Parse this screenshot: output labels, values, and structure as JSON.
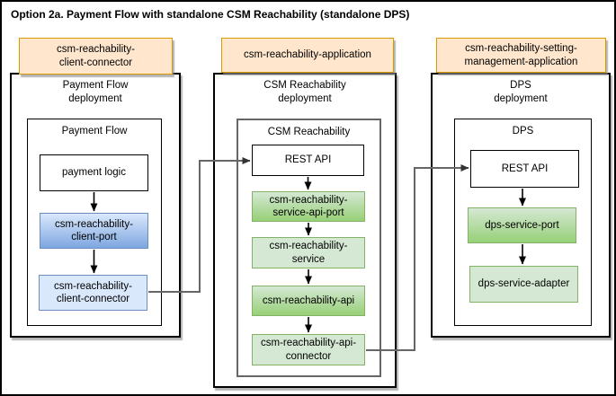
{
  "title": "Option 2a. Payment Flow with standalone CSM Reachability (standalone DPS)",
  "columns": [
    {
      "app_label": "csm-reachability-\nclient-connector",
      "deployment_label": "Payment Flow\ndeployment",
      "component_label": "Payment Flow",
      "nodes": {
        "payment_logic": "payment logic",
        "client_port": "csm-reachability-\nclient-port",
        "client_connector": "csm-reachability-\nclient-connector"
      }
    },
    {
      "app_label": "csm-reachability-application",
      "deployment_label": "CSM Reachability\ndeployment",
      "component_label": "CSM Reachability",
      "nodes": {
        "rest_api": "REST API",
        "service_api_port": "csm-reachability-\nservice-api-port",
        "service": "csm-reachability-\nservice",
        "api": "csm-reachability-api",
        "api_connector": "csm-reachability-api-\nconnector"
      }
    },
    {
      "app_label": "csm-reachability-setting-\nmanagement-application",
      "deployment_label": "DPS\ndeployment",
      "component_label": "DPS",
      "nodes": {
        "rest_api": "REST API",
        "dps_service_port": "dps-service-port",
        "dps_service_adapter": "dps-service-adapter"
      }
    }
  ],
  "colors": {
    "orange_fill": "#ffe6cc",
    "orange_stroke": "#d79b00",
    "blue_fill": "#dae8fc",
    "blue_gradient_bottom": "#7ea6e0",
    "blue_stroke": "#6c8ebf",
    "green_fill": "#d5e8d4",
    "green_gradient_bottom": "#97d077",
    "green_stroke": "#82b366",
    "connector_line": "#666666",
    "arrow": "#000000"
  }
}
